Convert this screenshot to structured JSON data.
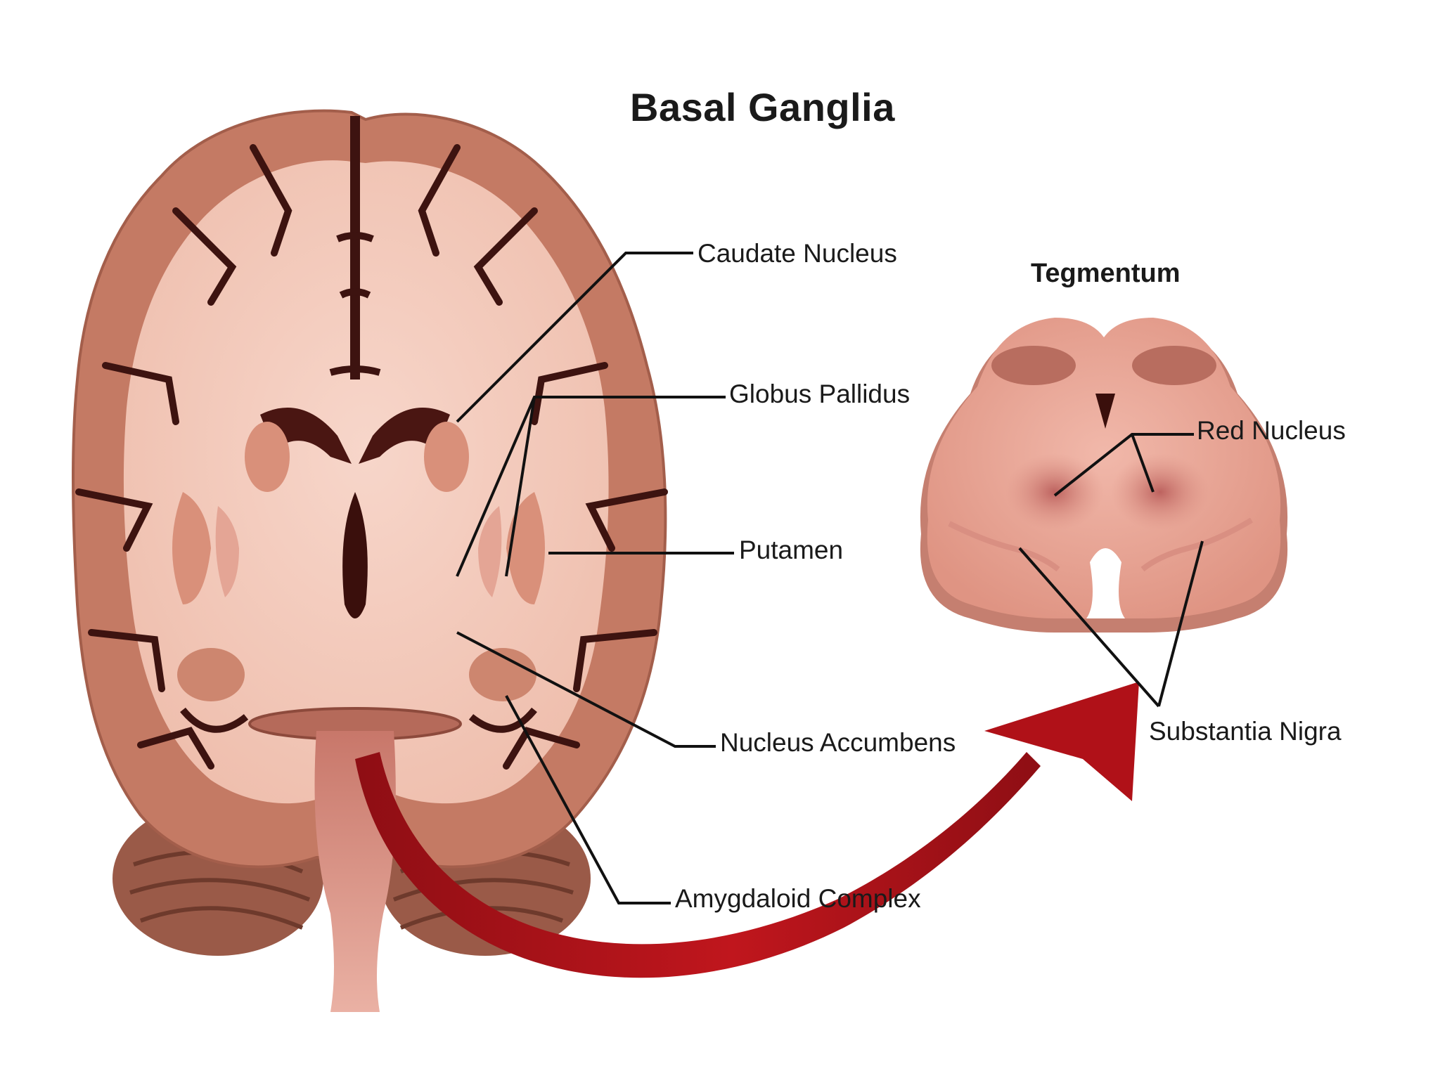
{
  "title": "Basal Ganglia",
  "inset_title": "Tegmentum",
  "labels": {
    "caudate": "Caudate Nucleus",
    "globus": "Globus Pallidus",
    "putamen": "Putamen",
    "accumbens": "Nucleus Accumbens",
    "amygdala": "Amygdaloid Complex",
    "red": "Red Nucleus",
    "nigra": "Substantia Nigra"
  },
  "colors": {
    "cortex": "#c47a64",
    "white_matter": "#f2c6b6",
    "sulcus": "#3d1310",
    "nuclei": "#d9907a",
    "arrow": "#a5141a",
    "tegmentum": "#e7a192",
    "leader": "#111111"
  }
}
